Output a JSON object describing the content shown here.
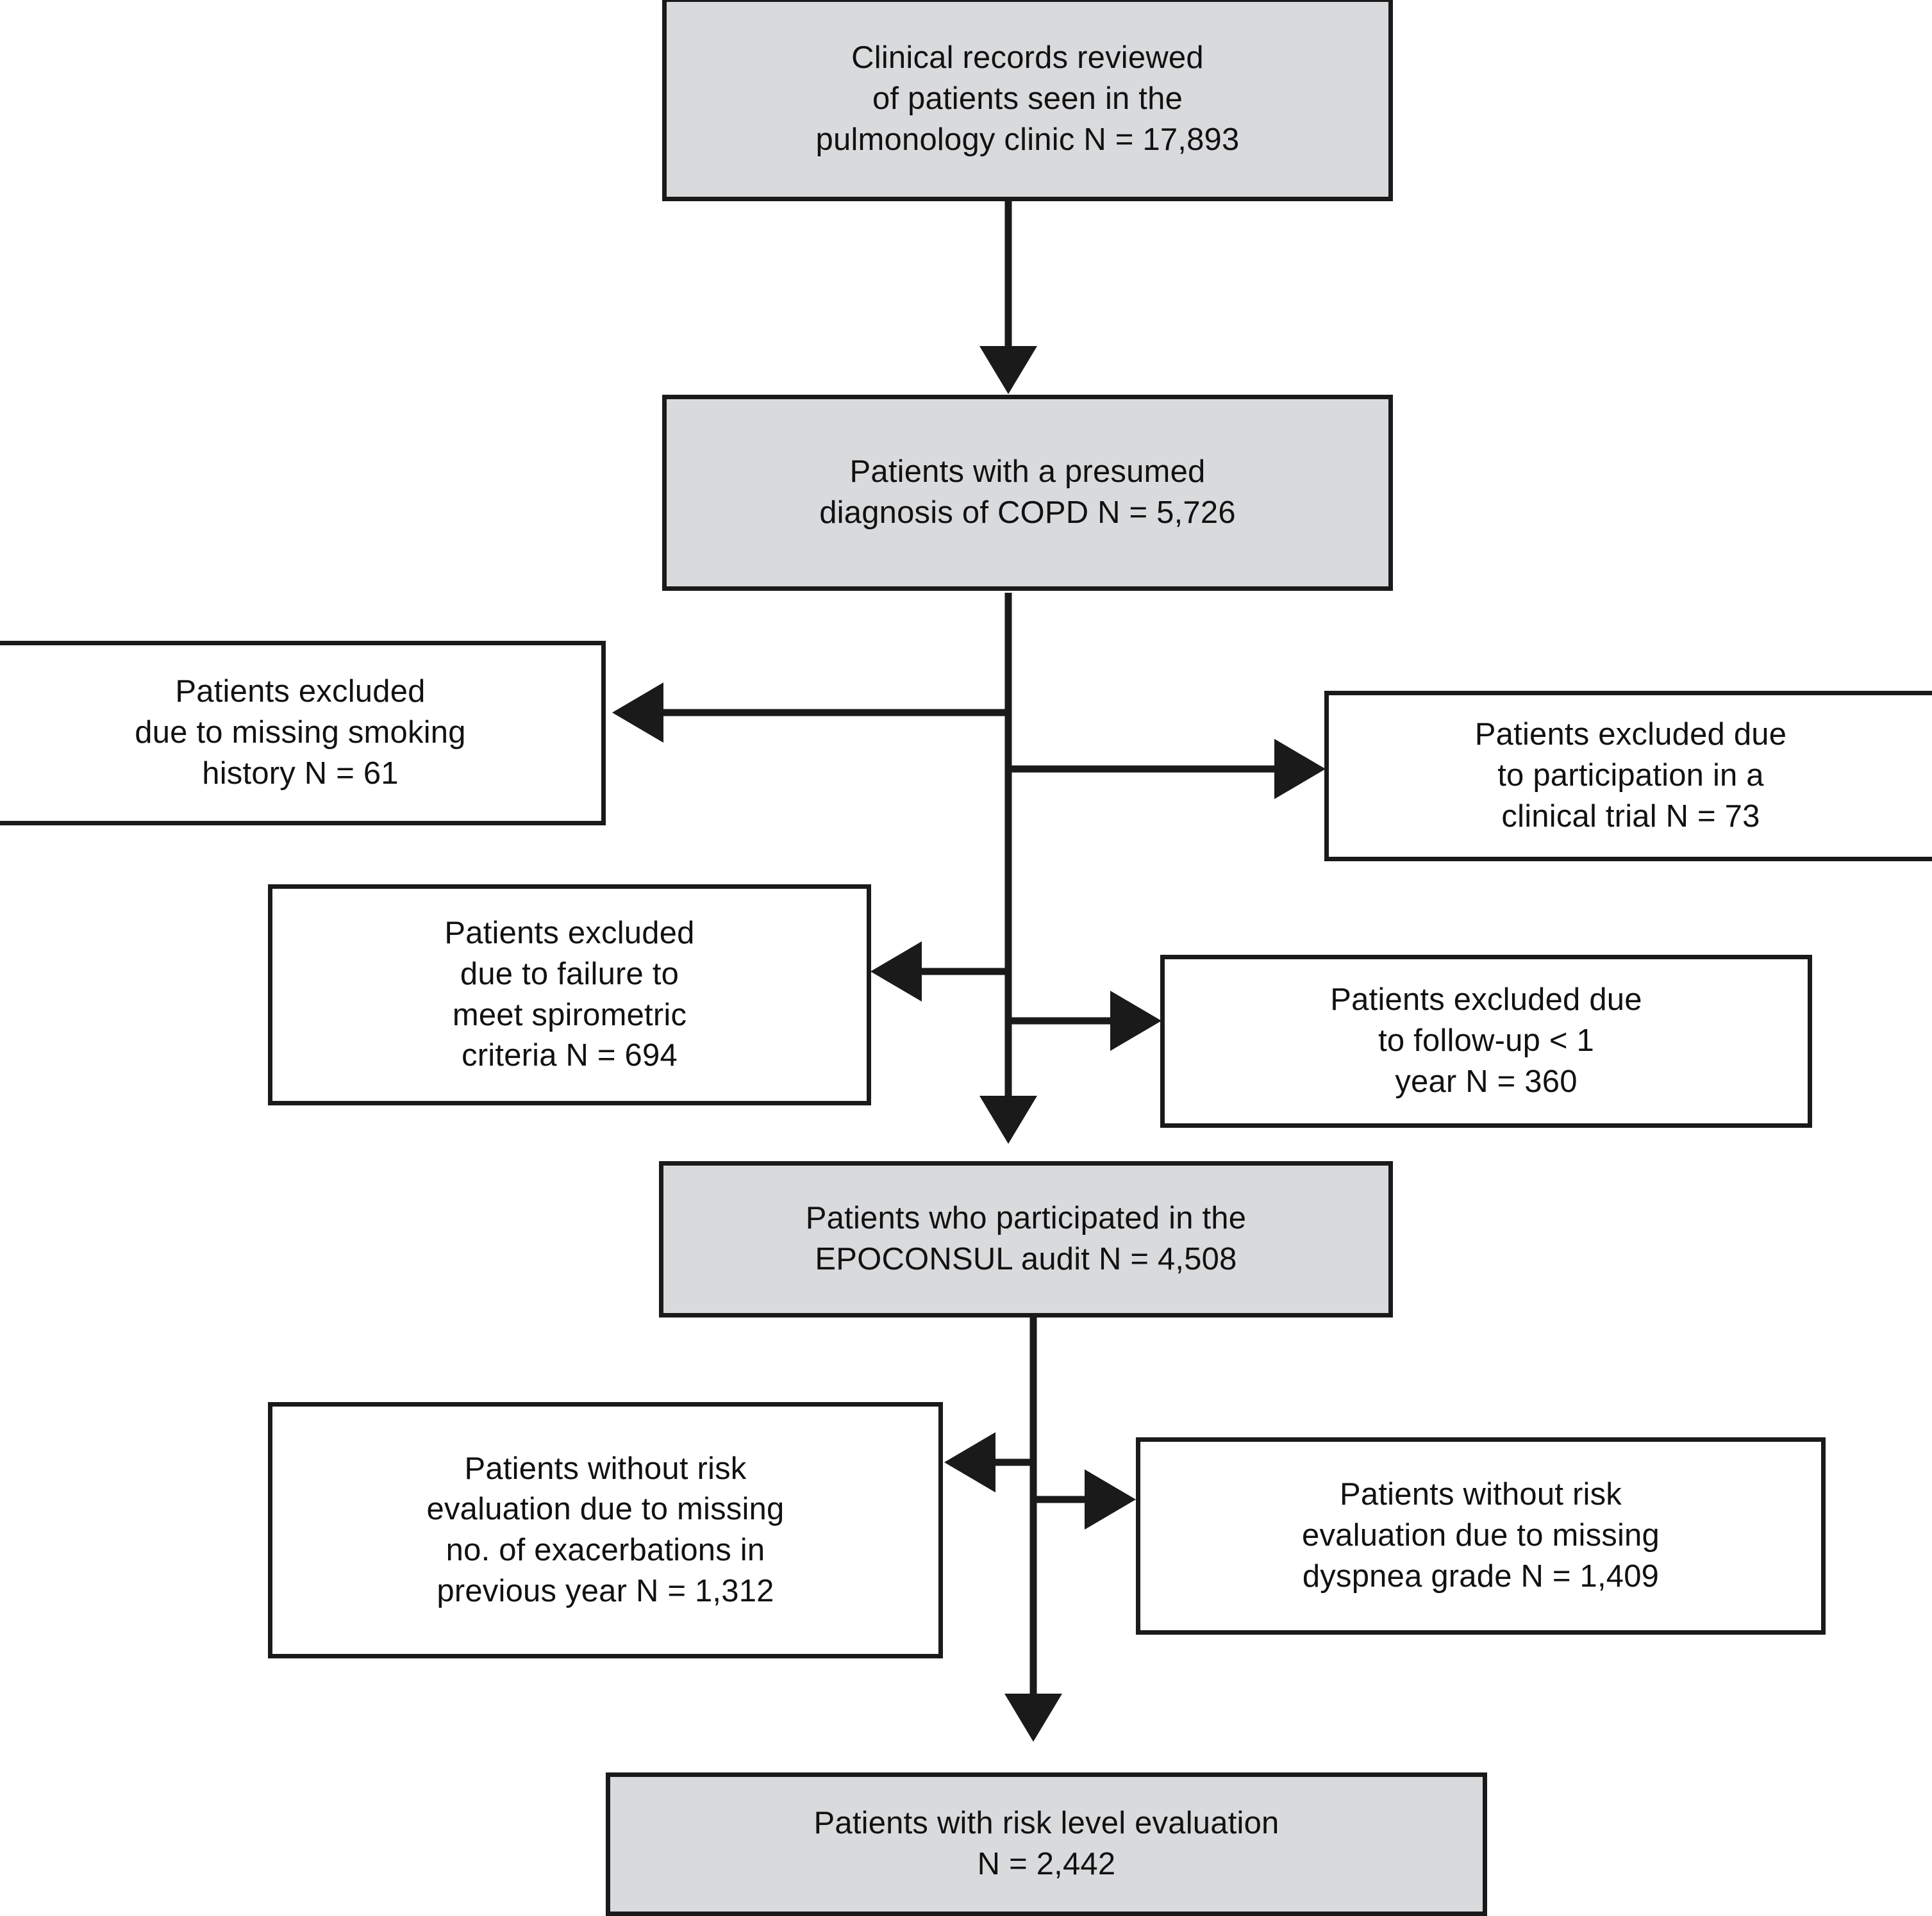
{
  "diagram": {
    "type": "flowchart",
    "orientation": "top-to-bottom",
    "title": "Study population flow diagram",
    "colors": {
      "filled_node_background": "#d9dadc",
      "plain_node_background": "#ffffff",
      "stroke": "#1a1a1a",
      "text": "#111111",
      "page_background": "#ffffff"
    }
  },
  "nodes": [
    {
      "id": "clinical-records-reviewed",
      "style": "filled",
      "text": "Clinical records reviewed\nof patients seen in the\npulmonology clinic N = 17,893",
      "count": 17893,
      "count_label": "N = 17,893"
    },
    {
      "id": "presumed-copd",
      "style": "filled",
      "text": "Patients with a presumed\ndiagnosis of COPD N = 5,726",
      "count": 5726,
      "count_label": "N = 5,726"
    },
    {
      "id": "excluded-missing-smoking-history",
      "style": "plain",
      "text": "Patients excluded\ndue to missing smoking\nhistory N = 61",
      "count": 61,
      "count_label": "N = 61"
    },
    {
      "id": "excluded-clinical-trial",
      "style": "plain",
      "text": "Patients excluded due\nto participation in a\nclinical trial N = 73",
      "count": 73,
      "count_label": "N = 73"
    },
    {
      "id": "excluded-spirometric-criteria",
      "style": "plain",
      "text": "Patients excluded\ndue to failure to\nmeet spirometric\ncriteria N = 694",
      "count": 694,
      "count_label": "N = 694"
    },
    {
      "id": "excluded-followup-under-1-year",
      "style": "plain",
      "text": "Patients excluded due\nto follow-up < 1\nyear N = 360",
      "count": 360,
      "count_label": "N = 360"
    },
    {
      "id": "epoconsul-audit-participants",
      "style": "filled",
      "text": "Patients who participated in the\nEPOCONSUL audit N = 4,508",
      "count": 4508,
      "count_label": "N = 4,508"
    },
    {
      "id": "no-risk-eval-missing-exacerbations",
      "style": "plain",
      "text": "Patients without risk\nevaluation due to missing\nno. of exacerbations in\nprevious year N = 1,312",
      "count": 1312,
      "count_label": "N = 1,312"
    },
    {
      "id": "no-risk-eval-missing-dyspnea",
      "style": "plain",
      "text": "Patients without risk\nevaluation due to missing\ndyspnea grade N = 1,409",
      "count": 1409,
      "count_label": "N = 1,409"
    },
    {
      "id": "patients-with-risk-level-evaluation",
      "style": "filled",
      "text": "Patients with risk level evaluation\nN = 2,442",
      "count": 2442,
      "count_label": "N = 2,442"
    }
  ],
  "edges": [
    {
      "id": "edge-records-to-copd",
      "from": "clinical-records-reviewed",
      "to": "presumed-copd",
      "direction": "down"
    },
    {
      "id": "edge-copd-to-smoking",
      "from": "presumed-copd",
      "to": "excluded-missing-smoking-history",
      "direction": "left"
    },
    {
      "id": "edge-copd-to-trial",
      "from": "presumed-copd",
      "to": "excluded-clinical-trial",
      "direction": "right"
    },
    {
      "id": "edge-copd-to-spirometry",
      "from": "presumed-copd",
      "to": "excluded-spirometric-criteria",
      "direction": "left"
    },
    {
      "id": "edge-copd-to-followup",
      "from": "presumed-copd",
      "to": "excluded-followup-under-1-year",
      "direction": "right"
    },
    {
      "id": "edge-copd-to-audit",
      "from": "presumed-copd",
      "to": "epoconsul-audit-participants",
      "direction": "down"
    },
    {
      "id": "edge-audit-to-exacerbations",
      "from": "epoconsul-audit-participants",
      "to": "no-risk-eval-missing-exacerbations",
      "direction": "left"
    },
    {
      "id": "edge-audit-to-dyspnea",
      "from": "epoconsul-audit-participants",
      "to": "no-risk-eval-missing-dyspnea",
      "direction": "right"
    },
    {
      "id": "edge-audit-to-final",
      "from": "epoconsul-audit-participants",
      "to": "patients-with-risk-level-evaluation",
      "direction": "down"
    }
  ]
}
